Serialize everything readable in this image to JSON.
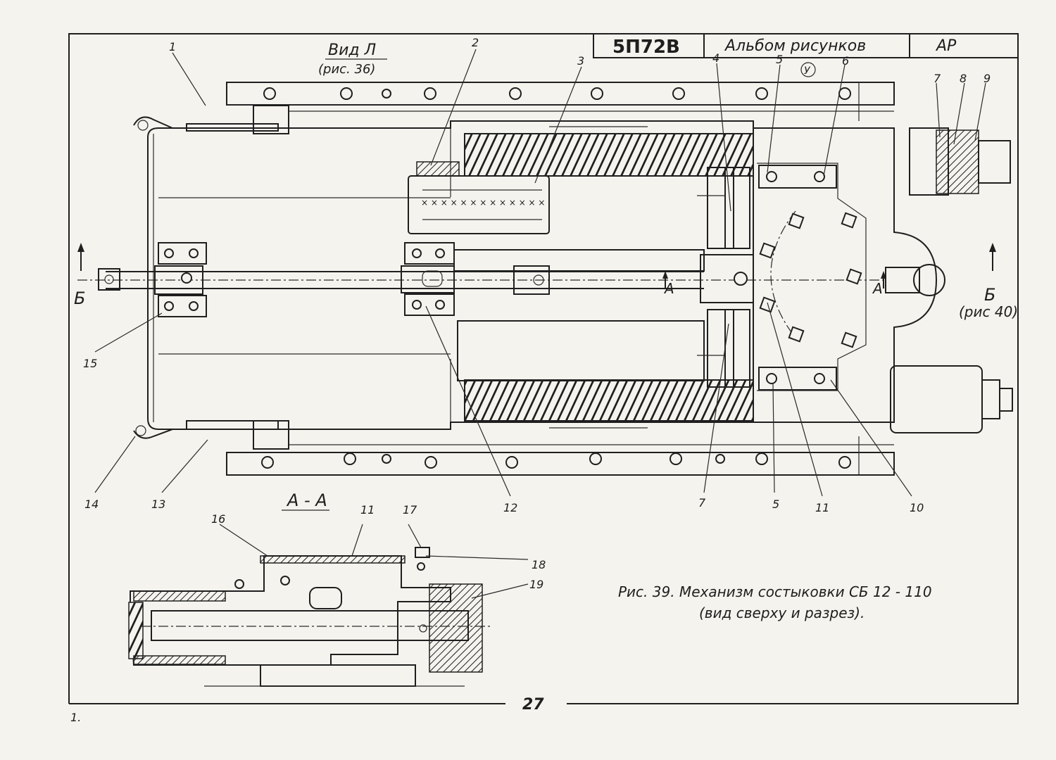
{
  "title_block": {
    "model": "5П72В",
    "album": "Альбом рисунков",
    "code": "АР",
    "stamp": "У"
  },
  "view_label": "Вид Л",
  "view_ref": "(рис. 36)",
  "section_label": "А - А",
  "section_marks": {
    "b_left": "Б",
    "b_right": "Б",
    "b_ref": "(рис 40)",
    "a_left": "А",
    "a_right": "А"
  },
  "caption": {
    "line1": "Рис. 39. Механизм состыковки СБ 12 - 110",
    "line2": "(вид сверху и разрез)."
  },
  "page_number": "27",
  "corner_mark": "1.",
  "callouts": {
    "c1": "1",
    "c2": "2",
    "c3": "3",
    "c4": "4",
    "c5a": "5",
    "c6": "6",
    "c7a": "7",
    "c8": "8",
    "c9": "9",
    "c7b": "7",
    "c5b": "5",
    "c11a": "11",
    "c10": "10",
    "c12": "12",
    "c13": "13",
    "c14": "14",
    "c15": "15",
    "c16": "16",
    "c11b": "11",
    "c17": "17",
    "c18": "18",
    "c19": "19"
  }
}
